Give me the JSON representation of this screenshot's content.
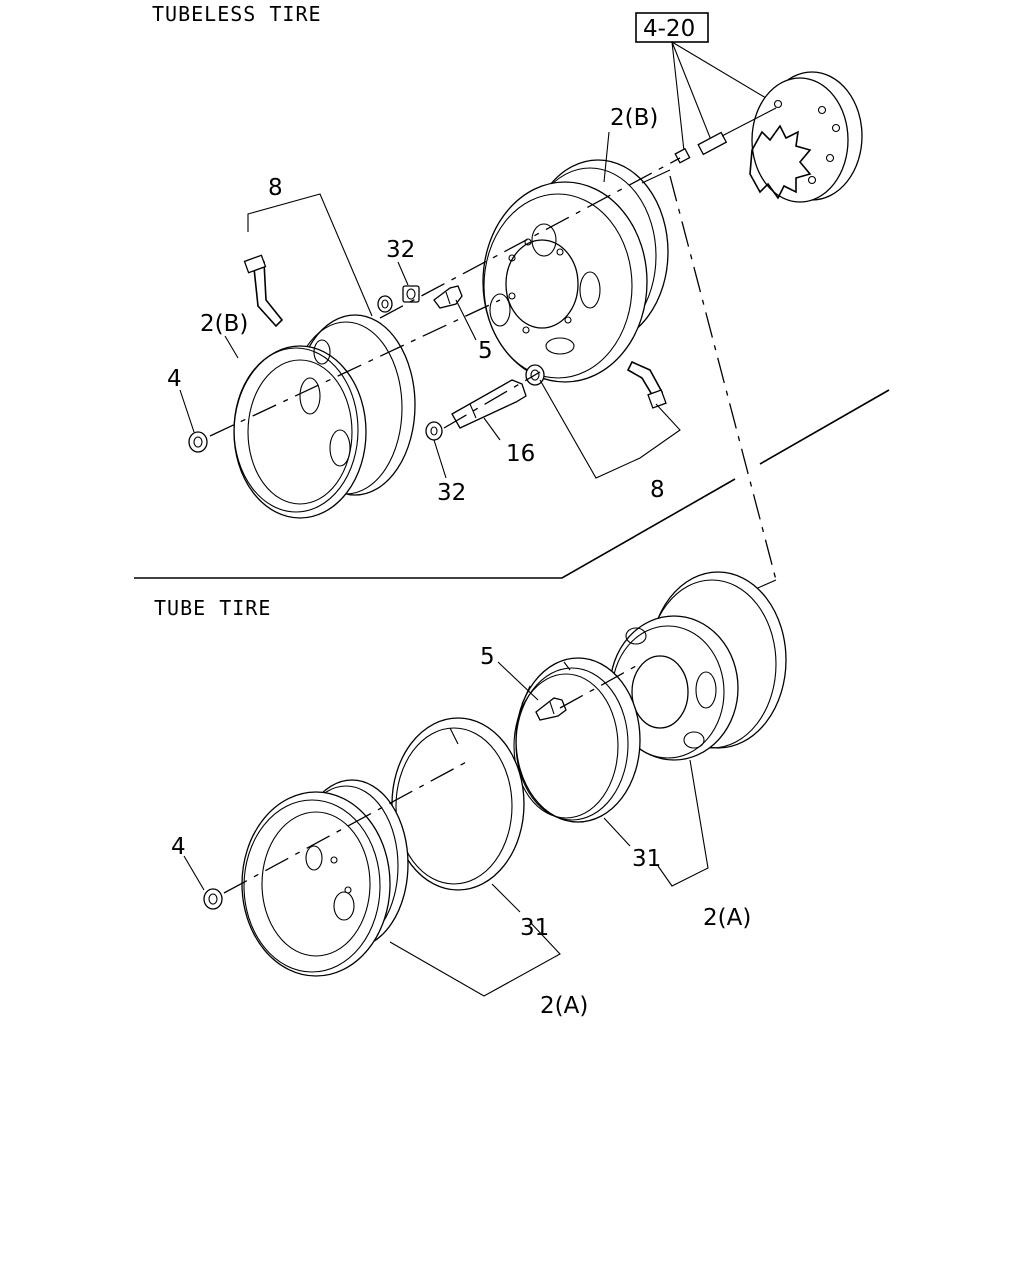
{
  "sections": {
    "tubeless": "TUBELESS TIRE",
    "tube": "TUBE TIRE"
  },
  "reference_box": "4-20",
  "callouts": {
    "disc_outer_b": "2(B)",
    "disc_inner_b": "2(B)",
    "valve_assembly_top": "8",
    "valve_assembly_bottom": "8",
    "nut_32_top": "32",
    "nut_32_bottom": "32",
    "valve_5_tubeless": "5",
    "hub_nut_tubeless": "4",
    "extension_16": "16",
    "valve_5_tube": "5",
    "hub_nut_tube": "4",
    "side_ring_31_right": "31",
    "side_ring_31_left": "31",
    "disc_a_right": "2(A)",
    "disc_a_left": "2(A)"
  }
}
